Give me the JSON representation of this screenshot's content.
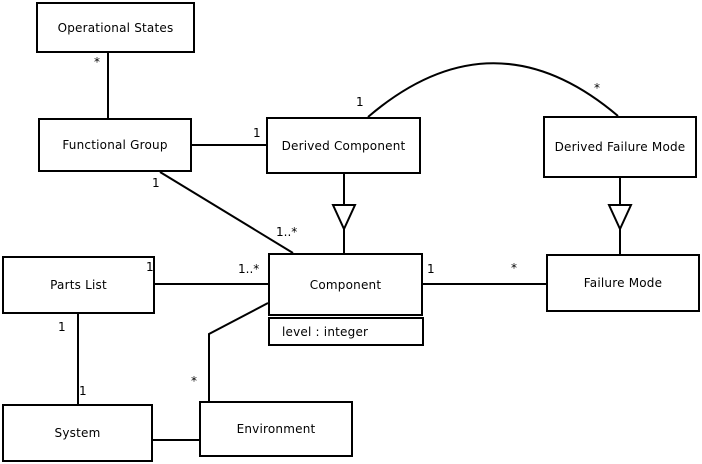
{
  "diagram": {
    "background_color": "#ffffff",
    "line_color": "#000000",
    "text_color": "#000000",
    "classes": {
      "operational_states": {
        "name": "Operational States"
      },
      "functional_group": {
        "name": "Functional Group"
      },
      "derived_component": {
        "name": "Derived Component"
      },
      "derived_failure_mode": {
        "name": "Derived Failure Mode"
      },
      "parts_list": {
        "name": "Parts List"
      },
      "component": {
        "name": "Component",
        "attribute": "level : integer"
      },
      "failure_mode": {
        "name": "Failure Mode"
      },
      "system": {
        "name": "System"
      },
      "environment": {
        "name": "Environment"
      }
    },
    "multiplicities": {
      "operational_states_end": "*",
      "derived_component_assoc_end": "1",
      "functional_group_diag_end": "1",
      "component_diag_end": "1..*",
      "arc_derived_component_end": "1",
      "arc_derived_failure_mode_end": "*",
      "parts_list_right_end": "1",
      "component_left_end": "1..*",
      "component_right_end": "1",
      "failure_mode_left_end": "*",
      "parts_list_bottom_end": "1",
      "system_top_end": "1",
      "environment_top_end": "*"
    }
  }
}
